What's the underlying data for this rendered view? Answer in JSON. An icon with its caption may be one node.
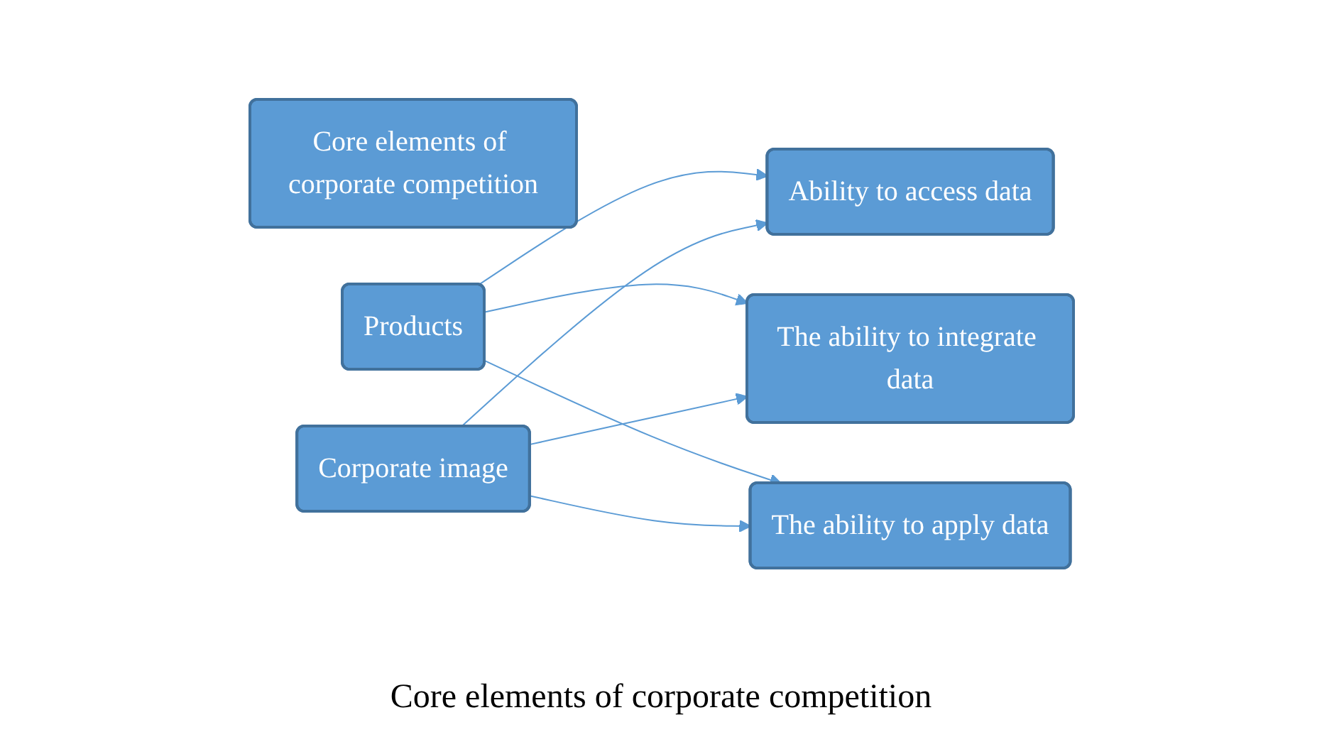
{
  "diagram": {
    "caption": "Core elements of corporate competition",
    "nodes": [
      {
        "text": [
          "Core elements of corporate competition"
        ]
      },
      {
        "text": [
          "Products"
        ]
      },
      {
        "text": [
          "Corporate image"
        ]
      },
      {
        "text": [
          "Ability to access data"
        ]
      },
      {
        "text": [
          "The ability to integrate data"
        ]
      },
      {
        "text": [
          "The ability to apply data"
        ]
      }
    ],
    "edges": [
      {
        "from": 1,
        "to": 3,
        "arrow": "to"
      },
      {
        "from": 1,
        "to": 4,
        "arrow": "to"
      },
      {
        "from": 1,
        "to": 5,
        "arrow": "to"
      },
      {
        "from": 2,
        "to": 3,
        "arrow": "to"
      },
      {
        "from": 2,
        "to": 4,
        "arrow": "to"
      },
      {
        "from": 2,
        "to": 5,
        "arrow": "to"
      }
    ]
  }
}
